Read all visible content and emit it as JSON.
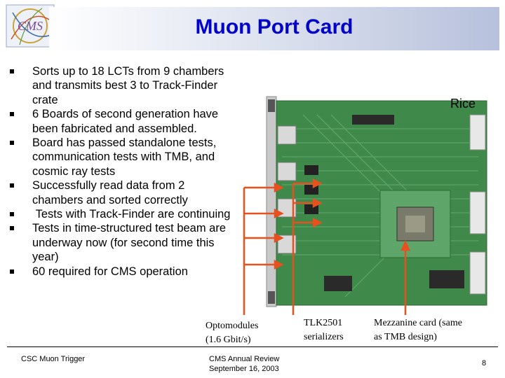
{
  "slide": {
    "title": "Muon Port Card",
    "bullets": [
      "Sorts up to 18 LCTs from 9 chambers and transmits best 3 to Track-Finder crate",
      "6 Boards of second generation have been fabricated and assembled.",
      "Board has passed standalone tests, communication tests with TMB, and cosmic ray tests",
      "Successfully read data from 2 chambers and sorted correctly",
      " Tests with Track-Finder are continuing",
      "Tests in time-structured test beam are underway now (for second time this year)",
      "60 required for CMS operation"
    ],
    "image_label": "Rice",
    "captions": {
      "optomodules": [
        "Optomodules",
        "(1.6 Gbit/s)"
      ],
      "tlk": [
        "TLK2501",
        "serializers"
      ],
      "mezzanine": [
        "Mezzanine card (same",
        "as TMB design)"
      ]
    },
    "logo_text": "CMS"
  },
  "footer": {
    "left": "CSC Muon Trigger",
    "center_line1": "CMS Annual Review",
    "center_line2": "September 16, 2003",
    "page": "8"
  },
  "colors": {
    "title": "#0000cc",
    "arrow": "#e8501e",
    "board": "#3f8a4a"
  }
}
